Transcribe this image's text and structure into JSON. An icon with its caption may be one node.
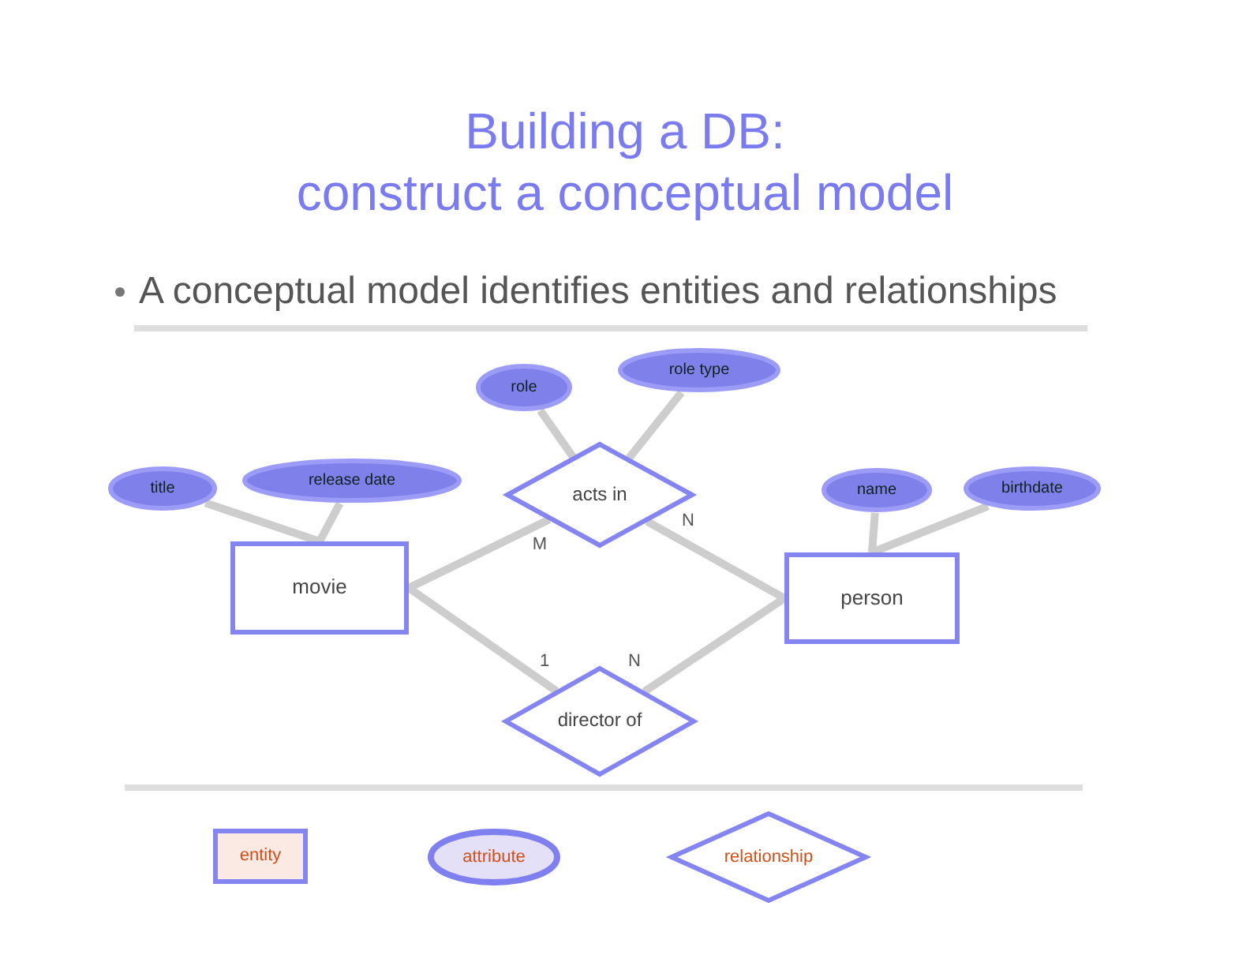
{
  "diagram": {
    "title": "Building a DB: construct a conceptual model",
    "nodes": [
      {
        "text": [
          "role"
        ]
      },
      {
        "text": [
          "role type"
        ]
      },
      {
        "text": [
          "title"
        ]
      },
      {
        "text": [
          "release date"
        ]
      },
      {
        "text": [
          "acts in"
        ]
      },
      {
        "text": [
          "name"
        ]
      },
      {
        "text": [
          "birthdate"
        ]
      },
      {
        "text": [
          "movie"
        ]
      },
      {
        "text": [
          "person"
        ]
      },
      {
        "text": [
          "director of"
        ]
      },
      {
        "text": [
          "entity"
        ]
      },
      {
        "text": [
          "attribute"
        ]
      },
      {
        "text": [
          "relationship"
        ]
      }
    ],
    "edges": [
      {
        "from": 2,
        "to": 7,
        "arrow": "none"
      },
      {
        "from": 3,
        "to": 7,
        "arrow": "none"
      },
      {
        "from": 0,
        "to": 4,
        "arrow": "none"
      },
      {
        "from": 1,
        "to": 4,
        "arrow": "none"
      },
      {
        "from": 5,
        "to": 8,
        "arrow": "none"
      },
      {
        "from": 6,
        "to": 8,
        "arrow": "none"
      },
      {
        "from": 7,
        "to": 4,
        "arrow": "none",
        "label": "M"
      },
      {
        "from": 4,
        "to": 8,
        "arrow": "none",
        "label": "N"
      },
      {
        "from": 7,
        "to": 9,
        "arrow": "none",
        "label": "1"
      },
      {
        "from": 9,
        "to": 8,
        "arrow": "none",
        "label": "N"
      }
    ],
    "labels": [
      "A conceptual model identifies entities and relationships"
    ]
  }
}
